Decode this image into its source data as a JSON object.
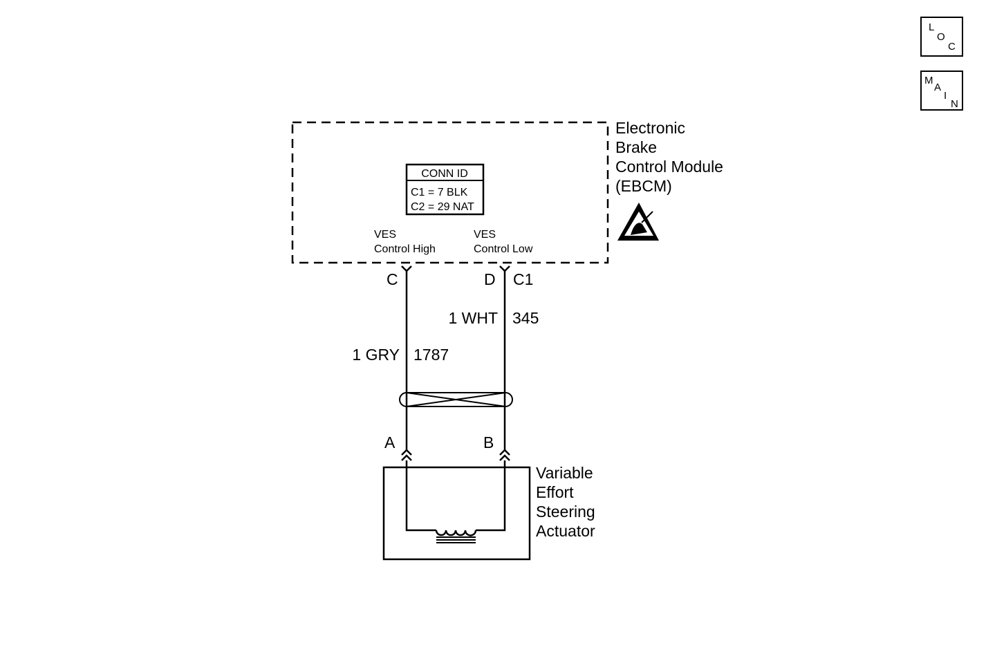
{
  "nav": {
    "loc": [
      "L",
      "O",
      "C"
    ],
    "main": [
      "M",
      "A",
      "I",
      "N"
    ]
  },
  "module": {
    "name_lines": [
      "Electronic",
      "Brake",
      "Control Module",
      "(EBCM)"
    ],
    "esd_icon": "esd-warning-icon",
    "conn_id": {
      "title": "CONN ID",
      "rows": [
        "C1 = 7 BLK",
        "C2 = 29 NAT"
      ]
    },
    "pins": [
      {
        "label_lines": [
          "VES",
          "Control High"
        ],
        "pin": "C"
      },
      {
        "label_lines": [
          "VES",
          "Control Low"
        ],
        "pin": "D",
        "connector": "C1"
      }
    ]
  },
  "wires": [
    {
      "gauge_color": "1 GRY",
      "circuit": "1787"
    },
    {
      "gauge_color": "1 WHT",
      "circuit": "345"
    }
  ],
  "actuator": {
    "name_lines": [
      "Variable",
      "Effort",
      "Steering",
      "Actuator"
    ],
    "pins": [
      "A",
      "B"
    ]
  }
}
